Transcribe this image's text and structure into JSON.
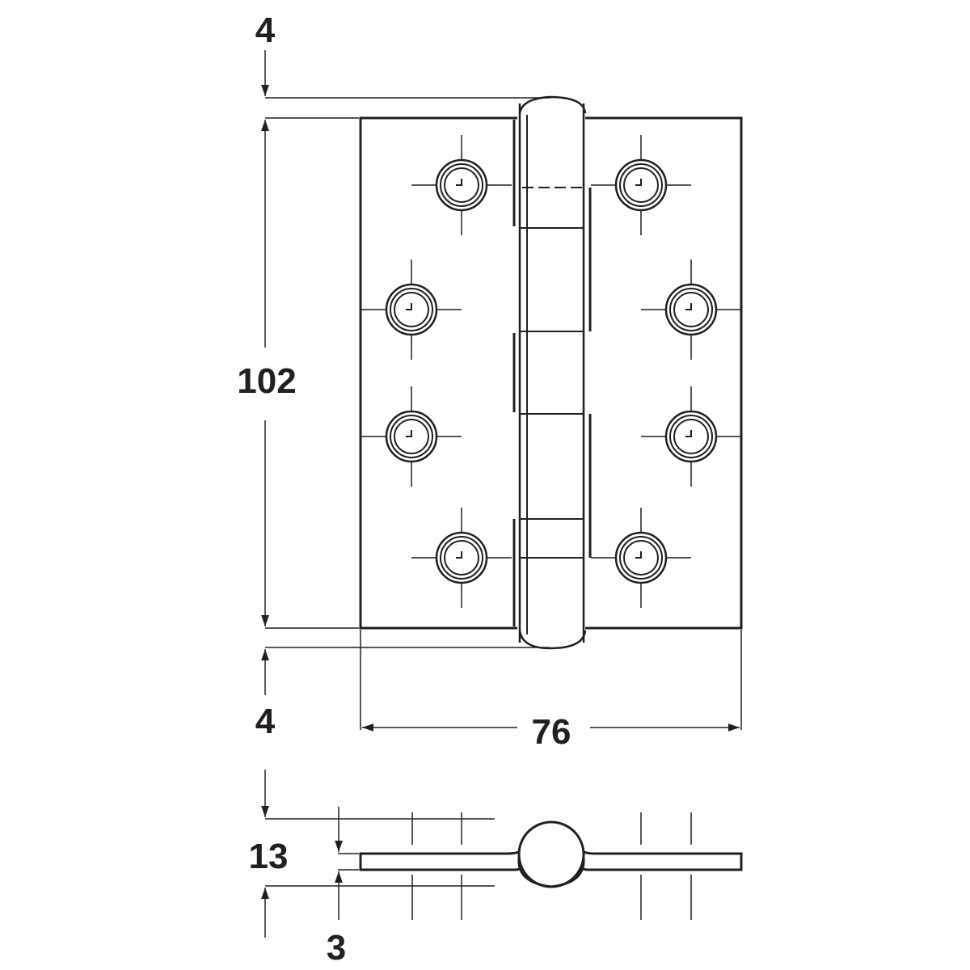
{
  "dimensions": {
    "pin_top": "4",
    "height": "102",
    "pin_bottom": "4",
    "width": "76",
    "overall_thickness": "13",
    "leaf_thickness": "3"
  },
  "colors": {
    "line": "#231f20",
    "background": "#ffffff"
  }
}
